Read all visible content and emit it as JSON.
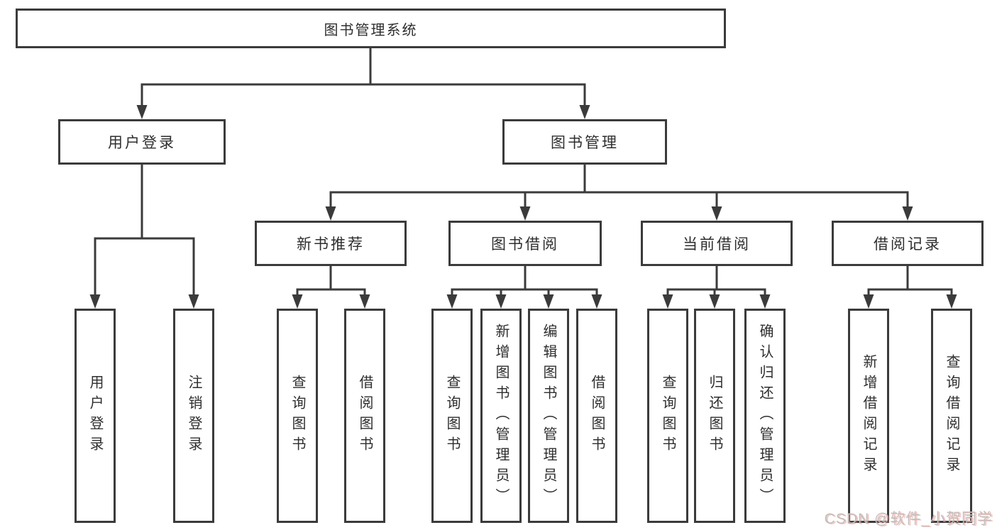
{
  "diagram": {
    "root": "图书管理系统",
    "branches": [
      {
        "label": "用户登录",
        "children": [
          "用户登录",
          "注销登录"
        ]
      },
      {
        "label": "图书管理",
        "groups": [
          {
            "label": "新书推荐",
            "children": [
              "查询图书",
              "借阅图书"
            ]
          },
          {
            "label": "图书借阅",
            "children": [
              "查询图书",
              "新增图书（管理员）",
              "编辑图书（管理员）",
              "借阅图书"
            ]
          },
          {
            "label": "当前借阅",
            "children": [
              "查询图书",
              "归还图书",
              "确认归还（管理员）"
            ]
          },
          {
            "label": "借阅记录",
            "children": [
              "新增借阅记录",
              "查询借阅记录"
            ]
          }
        ]
      }
    ]
  },
  "watermark": "CSDN @软件_小贺同学",
  "colors": {
    "line": "#3b3b3b",
    "text": "#2e2e2e",
    "box_fill": "#ffffff",
    "background": "#ffffff",
    "watermark_gray": "#c6bcbc",
    "watermark_pink": "#de8278"
  }
}
